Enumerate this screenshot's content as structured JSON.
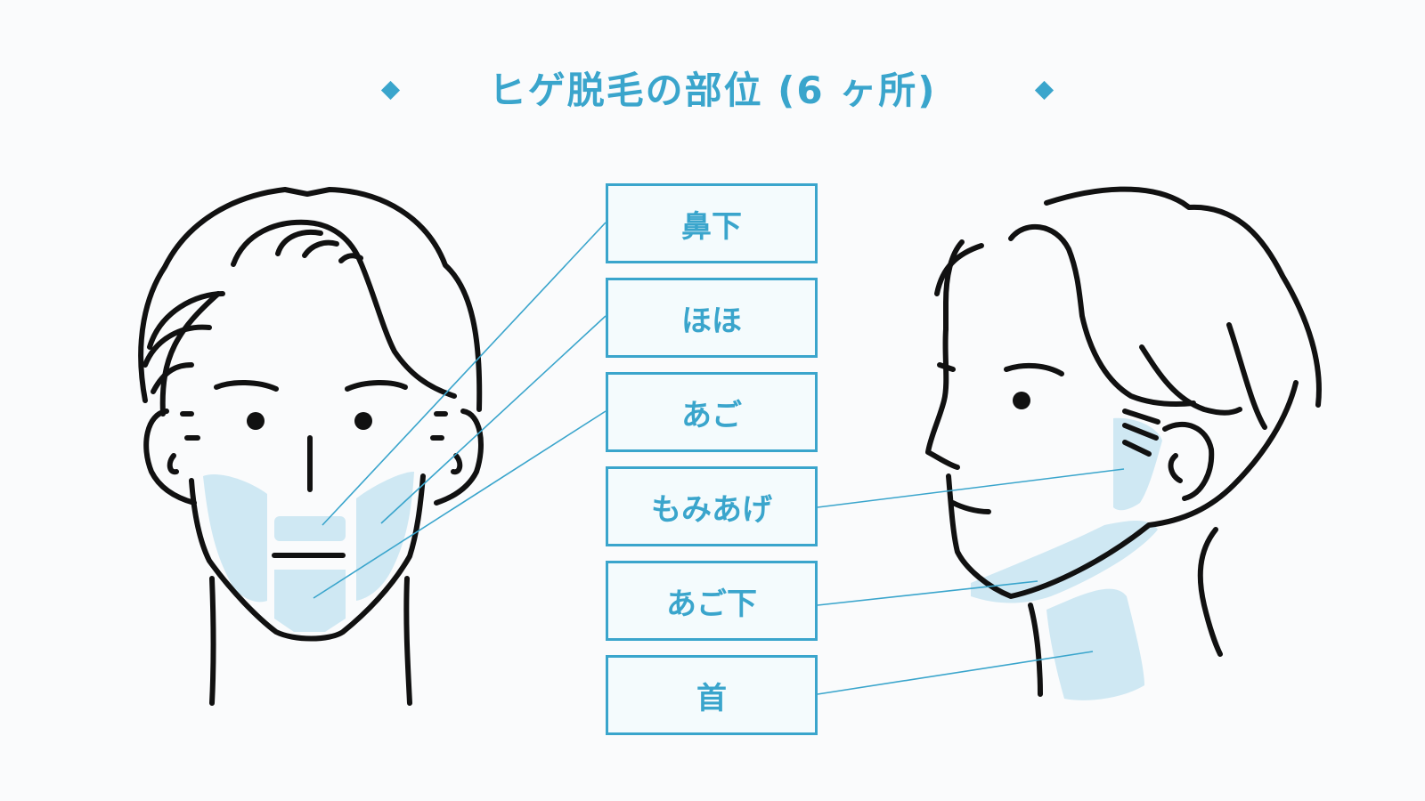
{
  "title": "ヒゲ脱毛の部位 (6 ヶ所)",
  "colors": {
    "accent": "#3aa5cc",
    "zone": "#cfe8f3",
    "line": "#111111"
  },
  "parts": [
    {
      "label": "鼻下"
    },
    {
      "label": "ほほ"
    },
    {
      "label": "あご"
    },
    {
      "label": "もみあげ"
    },
    {
      "label": "あご下"
    },
    {
      "label": "首"
    }
  ]
}
